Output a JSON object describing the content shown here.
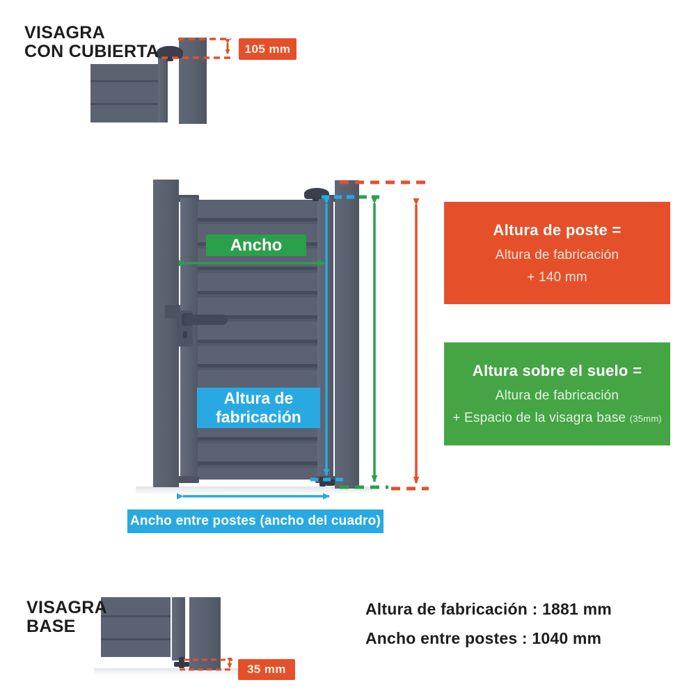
{
  "colors": {
    "orange": "#e5502a",
    "green_label": "#2ba04a",
    "green_box": "#45a545",
    "blue": "#29a9e1",
    "gate_gray": "#5b6373",
    "text": "#1d1d1b"
  },
  "detail_top": {
    "title": [
      "VISAGRA",
      "CON CUBIERTA"
    ],
    "badge": "105 mm"
  },
  "main_diagram": {
    "width_label": "Ancho",
    "height_label": [
      "Altura de",
      "fabricación"
    ],
    "bottom_banner": "Ancho entre postes (ancho del cuadro)"
  },
  "info_boxes": {
    "post_height": {
      "title": "Altura de poste =",
      "lines": [
        "Altura de fabricación",
        "+ 140 mm"
      ]
    },
    "ground_clearance": {
      "title": "Altura sobre el suelo =",
      "lines": [
        "Altura de fabricación",
        "+ Espacio de la visagra base"
      ],
      "note": "(35mm)"
    }
  },
  "detail_bottom": {
    "title": [
      "VISAGRA",
      "BASE"
    ],
    "badge": "35 mm"
  },
  "specs": {
    "fabrication_height": "Altura de fabricación : 1881 mm",
    "width_between_posts": "Ancho entre postes : 1040 mm"
  }
}
